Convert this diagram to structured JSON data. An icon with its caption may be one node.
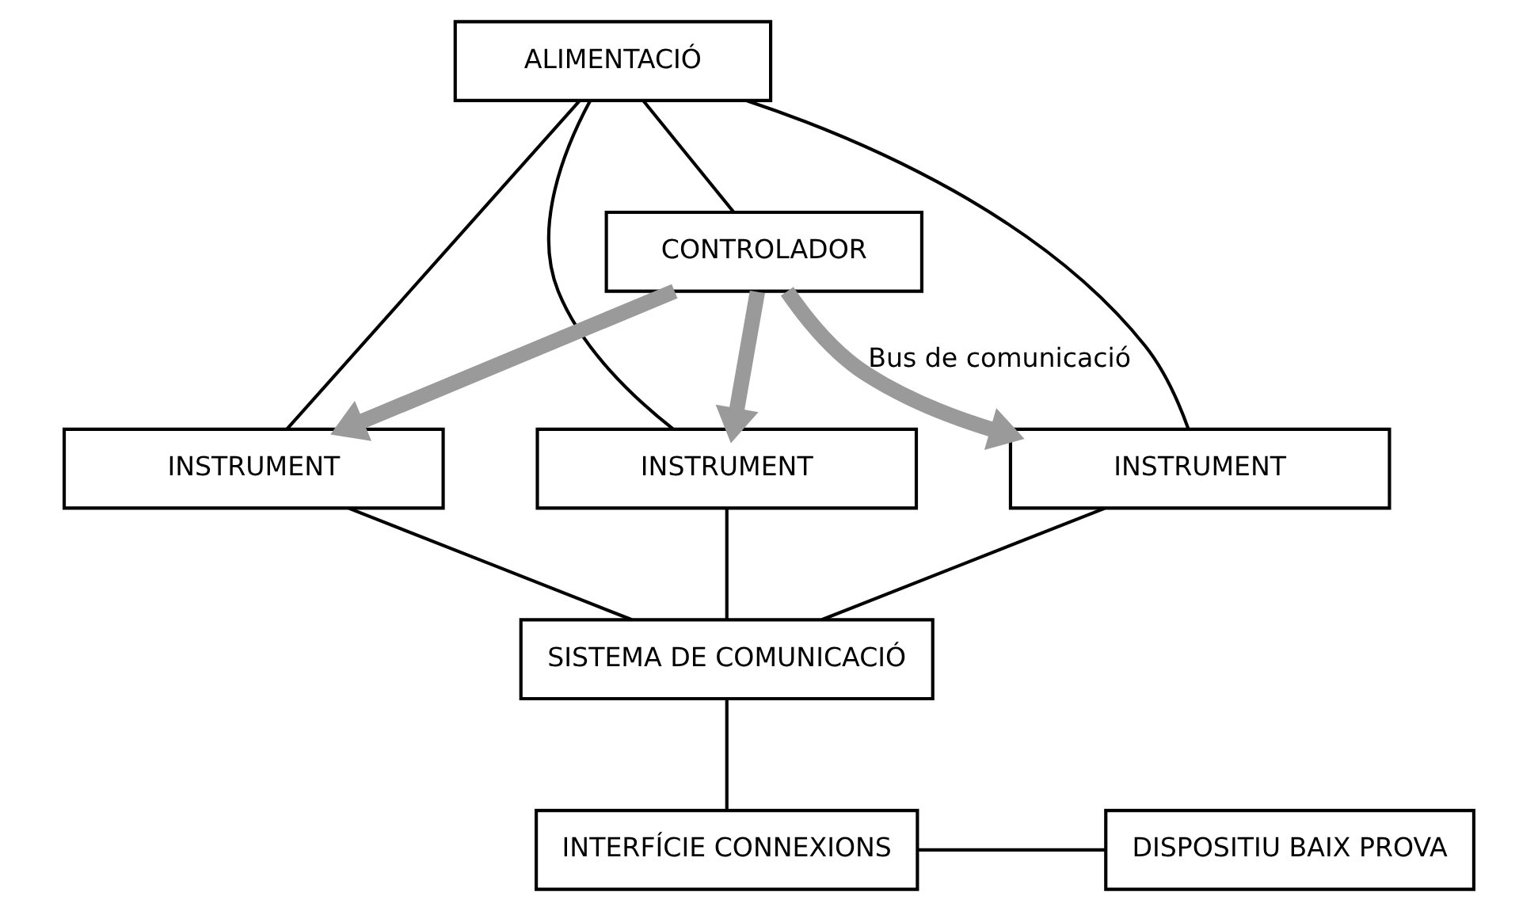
{
  "diagram": {
    "nodes": [
      {
        "text": [
          "ALIMENTACIÓ"
        ]
      },
      {
        "text": [
          "CONTROLADOR"
        ]
      },
      {
        "text": [
          "INSTRUMENT"
        ]
      },
      {
        "text": [
          "INSTRUMENT"
        ]
      },
      {
        "text": [
          "INSTRUMENT"
        ]
      },
      {
        "text": [
          "SISTEMA DE COMUNICACIÓ"
        ]
      },
      {
        "text": [
          "INTERFÍCIE CONNEXIONS"
        ]
      },
      {
        "text": [
          "DISPOSITIU BAIX PROVA"
        ]
      }
    ],
    "edges": [
      {
        "from": 0,
        "to": 2,
        "arrow": "none"
      },
      {
        "from": 0,
        "to": 3,
        "arrow": "none"
      },
      {
        "from": 0,
        "to": 4,
        "arrow": "none"
      },
      {
        "from": 0,
        "to": 1,
        "arrow": "none"
      },
      {
        "from": 1,
        "to": 2,
        "arrow": "to",
        "style": "thick",
        "color": "#9a9a9a"
      },
      {
        "from": 1,
        "to": 3,
        "arrow": "to",
        "style": "thick",
        "color": "#9a9a9a",
        "label": "Bus de comunicació"
      },
      {
        "from": 1,
        "to": 4,
        "arrow": "to",
        "style": "thick",
        "color": "#9a9a9a"
      },
      {
        "from": 2,
        "to": 5,
        "arrow": "none"
      },
      {
        "from": 3,
        "to": 5,
        "arrow": "none"
      },
      {
        "from": 4,
        "to": 5,
        "arrow": "none"
      },
      {
        "from": 5,
        "to": 6,
        "arrow": "none"
      },
      {
        "from": 6,
        "to": 7,
        "arrow": "none"
      }
    ]
  }
}
